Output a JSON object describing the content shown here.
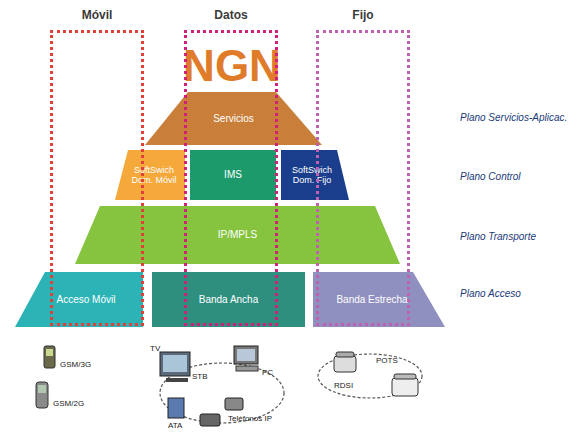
{
  "diagram": {
    "title": "NGN",
    "nodes": [
      {
        "text": [
          "Móvil"
        ]
      },
      {
        "text": [
          "Datos"
        ]
      },
      {
        "text": [
          "Fijo"
        ]
      },
      {
        "text": [
          "Servicios"
        ]
      },
      {
        "text": [
          "SoftSwich Dom. Móvil"
        ]
      },
      {
        "text": [
          "IMS"
        ]
      },
      {
        "text": [
          "SoftSwich Dom. Fijo"
        ]
      },
      {
        "text": [
          "IP/MPLS"
        ]
      },
      {
        "text": [
          "Acceso Móvil"
        ]
      },
      {
        "text": [
          "Banda Ancha"
        ]
      },
      {
        "text": [
          "Banda Estrecha"
        ]
      }
    ],
    "labels": [
      "Plano Servicios-Aplicac.",
      "Plano Control",
      "Plano Transporte",
      "Plano Acceso",
      "GSM/3G",
      "GSM/2G",
      "TV",
      "STB",
      "PC",
      "ATA",
      "Teléfonos IP",
      "RDSI",
      "POTS"
    ]
  }
}
